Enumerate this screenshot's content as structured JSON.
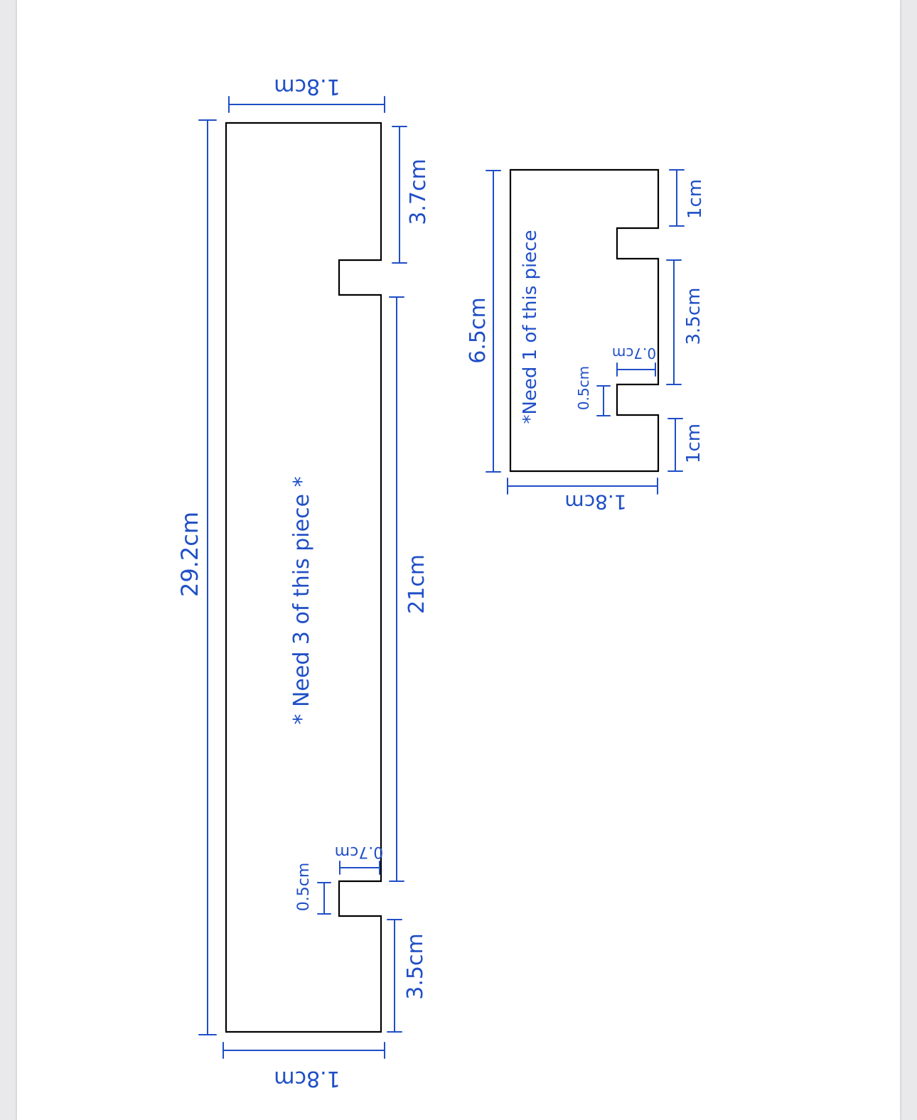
{
  "colors": {
    "ink": "#1f4fc6",
    "outline": "#000000",
    "paper": "#ffffff",
    "background": "#e9e9eb"
  },
  "long_piece": {
    "width_top": "1.8cm",
    "width_bottom": "1.8cm",
    "length": "29.2cm",
    "segment_top": "3.7cm",
    "segment_middle": "21cm",
    "segment_bottom": "3.5cm",
    "notch_depth": "0.7cm",
    "notch_width": "0.5cm",
    "note": "* Need 3 of this piece *"
  },
  "short_piece": {
    "length": "6.5cm",
    "width": "1.8cm",
    "segment_top": "1cm",
    "segment_middle": "3.5cm",
    "segment_bottom": "1cm",
    "notch_depth": "0.7cm",
    "notch_width": "0.5cm",
    "note": "*Need 1 of this piece"
  }
}
